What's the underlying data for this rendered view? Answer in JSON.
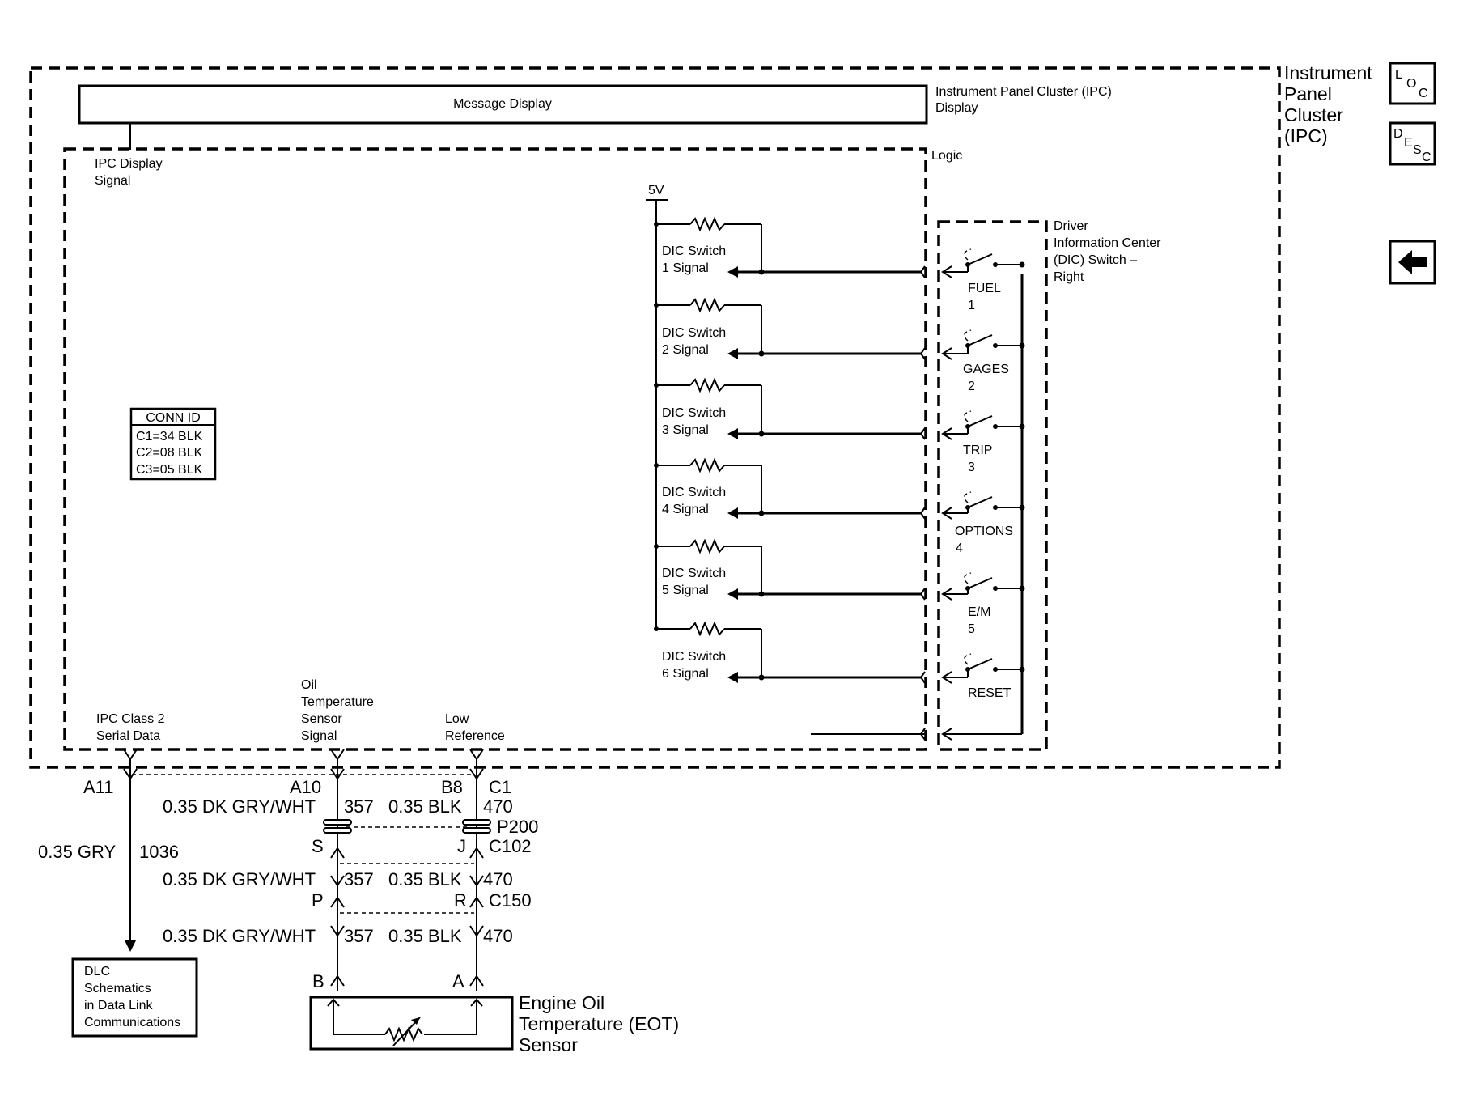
{
  "ipc": {
    "title_lines": [
      "Instrument",
      "Panel",
      "Cluster",
      "(IPC)"
    ],
    "display_label_lines": [
      "Instrument Panel Cluster (IPC)",
      "Display"
    ],
    "message_display": "Message Display",
    "logic_label": "Logic",
    "display_signal_lines": [
      "IPC Display",
      "Signal"
    ]
  },
  "nav": {
    "loc_label": "LOC",
    "desc_label": "DESC",
    "back_icon": "left-arrow-icon"
  },
  "conn_id": {
    "header": "CONN ID",
    "rows": [
      "C1=34 BLK",
      "C2=08 BLK",
      "C3=05 BLK"
    ]
  },
  "supply": "5V",
  "dic_signals": [
    [
      "DIC Switch",
      "1 Signal"
    ],
    [
      "DIC Switch",
      "2 Signal"
    ],
    [
      "DIC Switch",
      "3 Signal"
    ],
    [
      "DIC Switch",
      "4 Signal"
    ],
    [
      "DIC Switch",
      "5 Signal"
    ],
    [
      "DIC Switch",
      "6 Signal"
    ]
  ],
  "dic_switch": {
    "title_lines": [
      "Driver",
      "Information Center",
      "(DIC) Switch –",
      "Right"
    ],
    "buttons": [
      {
        "name": "FUEL",
        "num": "1"
      },
      {
        "name": "GAGES",
        "num": "2"
      },
      {
        "name": "TRIP",
        "num": "3"
      },
      {
        "name": "OPTIONS",
        "num": "4"
      },
      {
        "name": "E/M",
        "num": "5"
      },
      {
        "name": "RESET",
        "num": ""
      }
    ]
  },
  "bottom_labels": {
    "serial_data": [
      "IPC Class 2",
      "Serial Data"
    ],
    "oil_temp_signal": [
      "Oil",
      "Temperature",
      "Sensor",
      "Signal"
    ],
    "low_reference": [
      "Low",
      "Reference"
    ]
  },
  "pins": {
    "a11": "A11",
    "a10": "A10",
    "b8": "B8",
    "c1": "C1",
    "p200": "P200",
    "s": "S",
    "j": "J",
    "c102": "C102",
    "p": "P",
    "r": "R",
    "c150": "C150",
    "b": "B",
    "a": "A"
  },
  "wires": {
    "gry": "0.35 GRY",
    "gry_circuit": "1036",
    "dkgry": "0.35 DK GRY/WHT",
    "dkgry_circuit": "357",
    "blk": "0.35 BLK",
    "blk_circuit": "470"
  },
  "dlc_box_lines": [
    "DLC",
    "Schematics",
    "in Data Link",
    "Communications"
  ],
  "eot_lines": [
    "Engine Oil",
    "Temperature (EOT)",
    "Sensor"
  ]
}
